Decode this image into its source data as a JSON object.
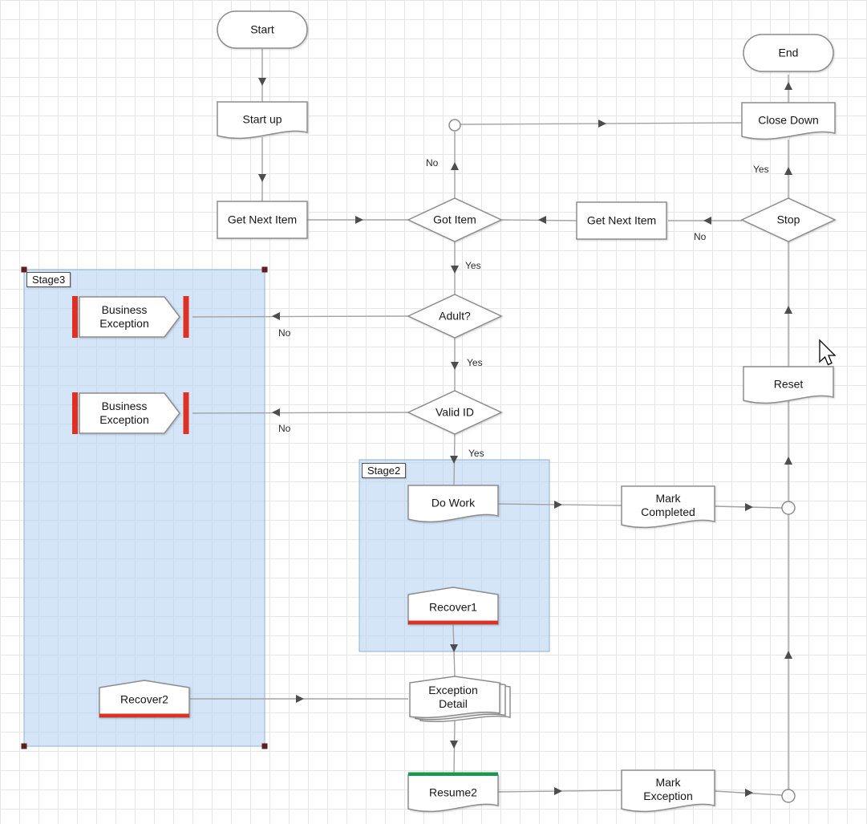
{
  "diagram": {
    "stages": {
      "stage3": {
        "label": "Stage3",
        "selected": true
      },
      "stage2": {
        "label": "Stage2",
        "selected": false
      }
    },
    "nodes": {
      "start": {
        "label": "Start",
        "type": "terminator"
      },
      "end": {
        "label": "End",
        "type": "terminator"
      },
      "start_up": {
        "label": "Start up",
        "type": "process"
      },
      "close_down": {
        "label": "Close Down",
        "type": "process"
      },
      "get_next_item_left": {
        "label": "Get Next Item",
        "type": "action"
      },
      "got_item": {
        "label": "Got Item",
        "type": "decision"
      },
      "get_next_item_right": {
        "label": "Get Next Item",
        "type": "action"
      },
      "stop": {
        "label": "Stop",
        "type": "decision"
      },
      "adult": {
        "label": "Adult?",
        "type": "decision"
      },
      "valid_id": {
        "label": "Valid ID",
        "type": "decision"
      },
      "business_exception_1": {
        "label": "Business Exception",
        "type": "exception"
      },
      "business_exception_2": {
        "label": "Business Exception",
        "type": "exception"
      },
      "do_work": {
        "label": "Do Work",
        "type": "process"
      },
      "mark_completed": {
        "label": "Mark Completed",
        "type": "process"
      },
      "reset": {
        "label": "Reset",
        "type": "process"
      },
      "recover1": {
        "label": "Recover1",
        "type": "recover"
      },
      "recover2": {
        "label": "Recover2",
        "type": "recover"
      },
      "exception_detail": {
        "label": "Exception Detail",
        "type": "exception-detail"
      },
      "resume2": {
        "label": "Resume2",
        "type": "resume"
      },
      "mark_exception": {
        "label": "Mark Exception",
        "type": "process"
      }
    },
    "edge_labels": {
      "got_item_no": "No",
      "got_item_yes": "Yes",
      "stop_yes": "Yes",
      "stop_no": "No",
      "adult_no": "No",
      "adult_yes": "Yes",
      "valid_id_no": "No",
      "valid_id_yes": "Yes"
    },
    "colors": {
      "exception_red": "#e03024",
      "resume_green": "#169a4f",
      "stage_fill": "#b9d5f0",
      "selection_handle": "#5f1d1d",
      "connector": "#a3a3a3",
      "node_border": "#8d8d8d",
      "grid": "#e6e6e6"
    }
  }
}
